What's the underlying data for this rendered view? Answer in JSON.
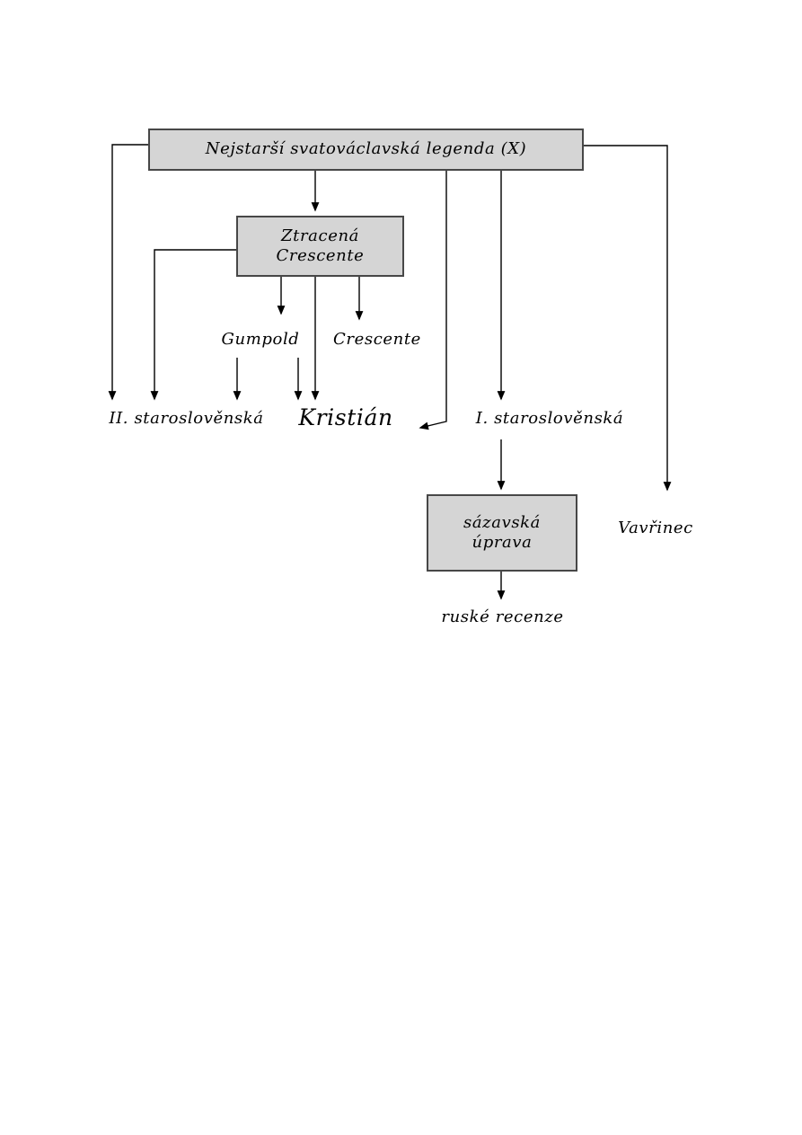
{
  "diagram": {
    "nodes": {
      "root": {
        "label": "Nejstarší svatováclavská legenda (X)"
      },
      "ztracena_crescente": {
        "line1": "Ztracená",
        "line2": "Crescente"
      },
      "gumpold": {
        "label": "Gumpold"
      },
      "crescente": {
        "label": "Crescente"
      },
      "ii_staroslovenska": {
        "label": "II. staroslověnská"
      },
      "kristian": {
        "label": "Kristián"
      },
      "i_staroslovenska": {
        "label": "I. staroslověnská"
      },
      "sazavska_uprava": {
        "line1": "sázavská",
        "line2": "úprava"
      },
      "vavrinec": {
        "label": "Vavřinec"
      },
      "ruske_recenze": {
        "label": "ruské recenze"
      }
    },
    "edges": [
      {
        "from": "root",
        "to": "ii_staroslovenska"
      },
      {
        "from": "root",
        "to": "ztracena_crescente"
      },
      {
        "from": "root",
        "to": "kristian"
      },
      {
        "from": "root",
        "to": "i_staroslovenska"
      },
      {
        "from": "root",
        "to": "vavrinec"
      },
      {
        "from": "ztracena_crescente",
        "to": "ii_staroslovenska"
      },
      {
        "from": "ztracena_crescente",
        "to": "gumpold"
      },
      {
        "from": "ztracena_crescente",
        "to": "kristian"
      },
      {
        "from": "ztracena_crescente",
        "to": "crescente"
      },
      {
        "from": "gumpold",
        "to": "ii_staroslovenska"
      },
      {
        "from": "gumpold",
        "to": "kristian"
      },
      {
        "from": "i_staroslovenska",
        "to": "sazavska_uprava"
      },
      {
        "from": "sazavska_uprava",
        "to": "ruske_recenze"
      }
    ],
    "colors": {
      "background": "#ffffff",
      "box_fill": "#d5d5d5",
      "box_border": "#474747",
      "line": "#000000",
      "text": "#000000"
    }
  }
}
